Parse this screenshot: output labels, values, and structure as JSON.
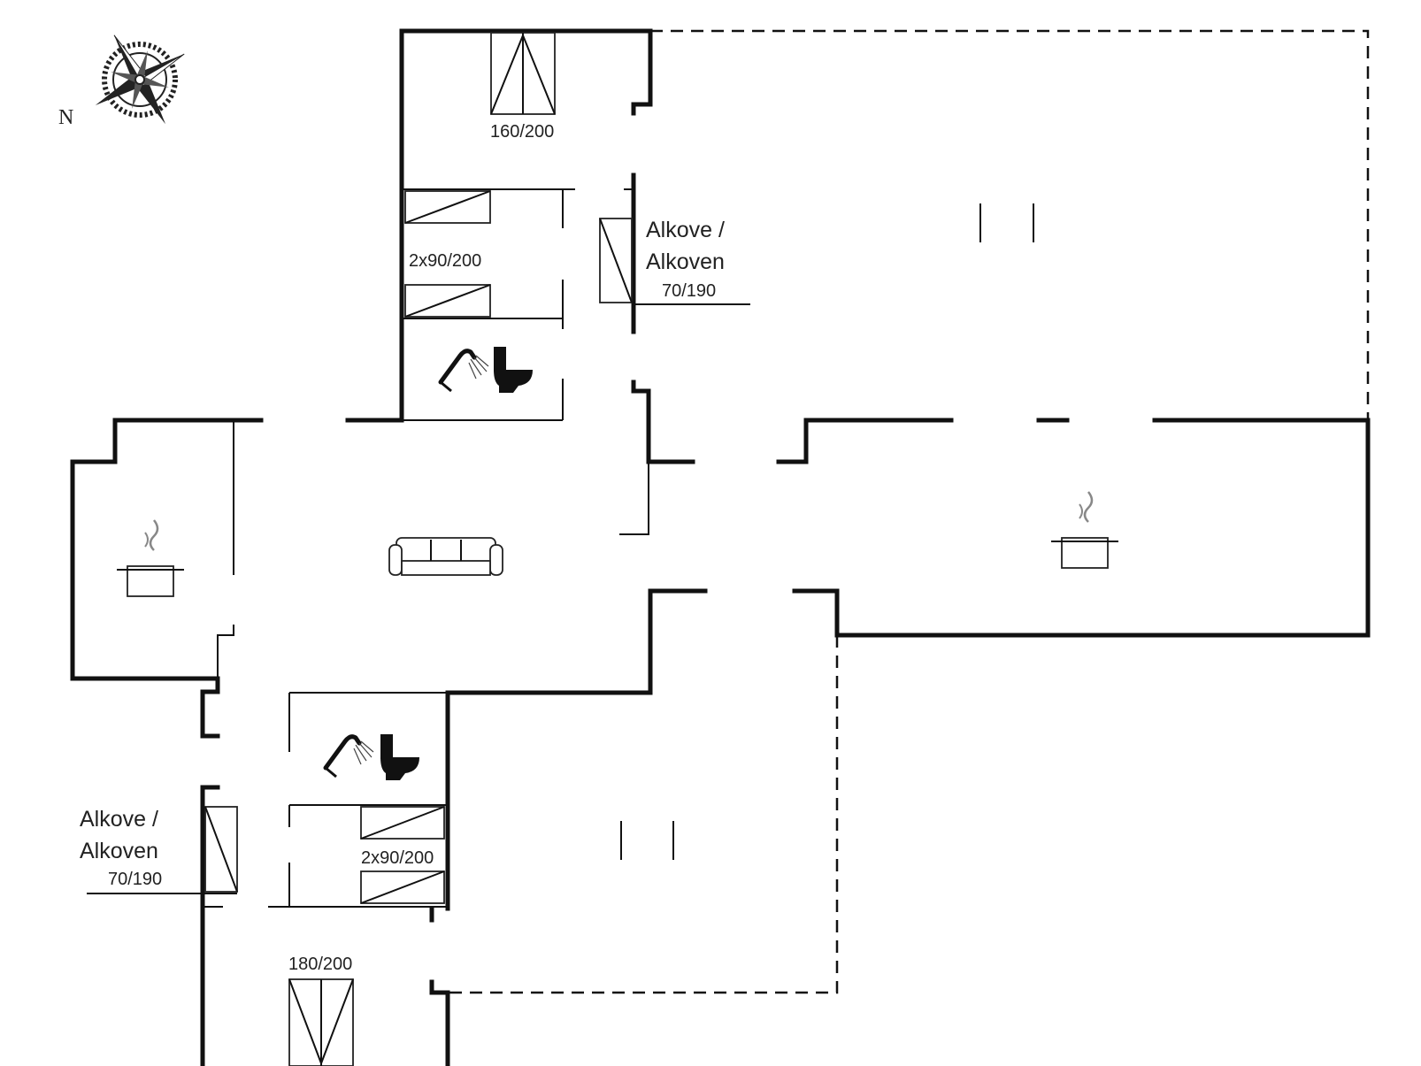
{
  "compass": {
    "north_label": "N",
    "icon": "compass-rose-icon"
  },
  "labels": {
    "bed_top_double": "160/200",
    "bed_top_twin": "2x90/200",
    "alcove_top_line1": "Alkove /",
    "alcove_top_line2": "Alkoven",
    "alcove_top_size": "70/190",
    "bed_bottom_twin": "2x90/200",
    "alcove_bottom_line1": "Alkove /",
    "alcove_bottom_line2": "Alkoven",
    "alcove_bottom_size": "70/190",
    "bed_bottom_double": "180/200"
  },
  "icons": [
    "shower-icon",
    "toilet-icon",
    "sofa-icon",
    "cooking-pot-icon"
  ]
}
